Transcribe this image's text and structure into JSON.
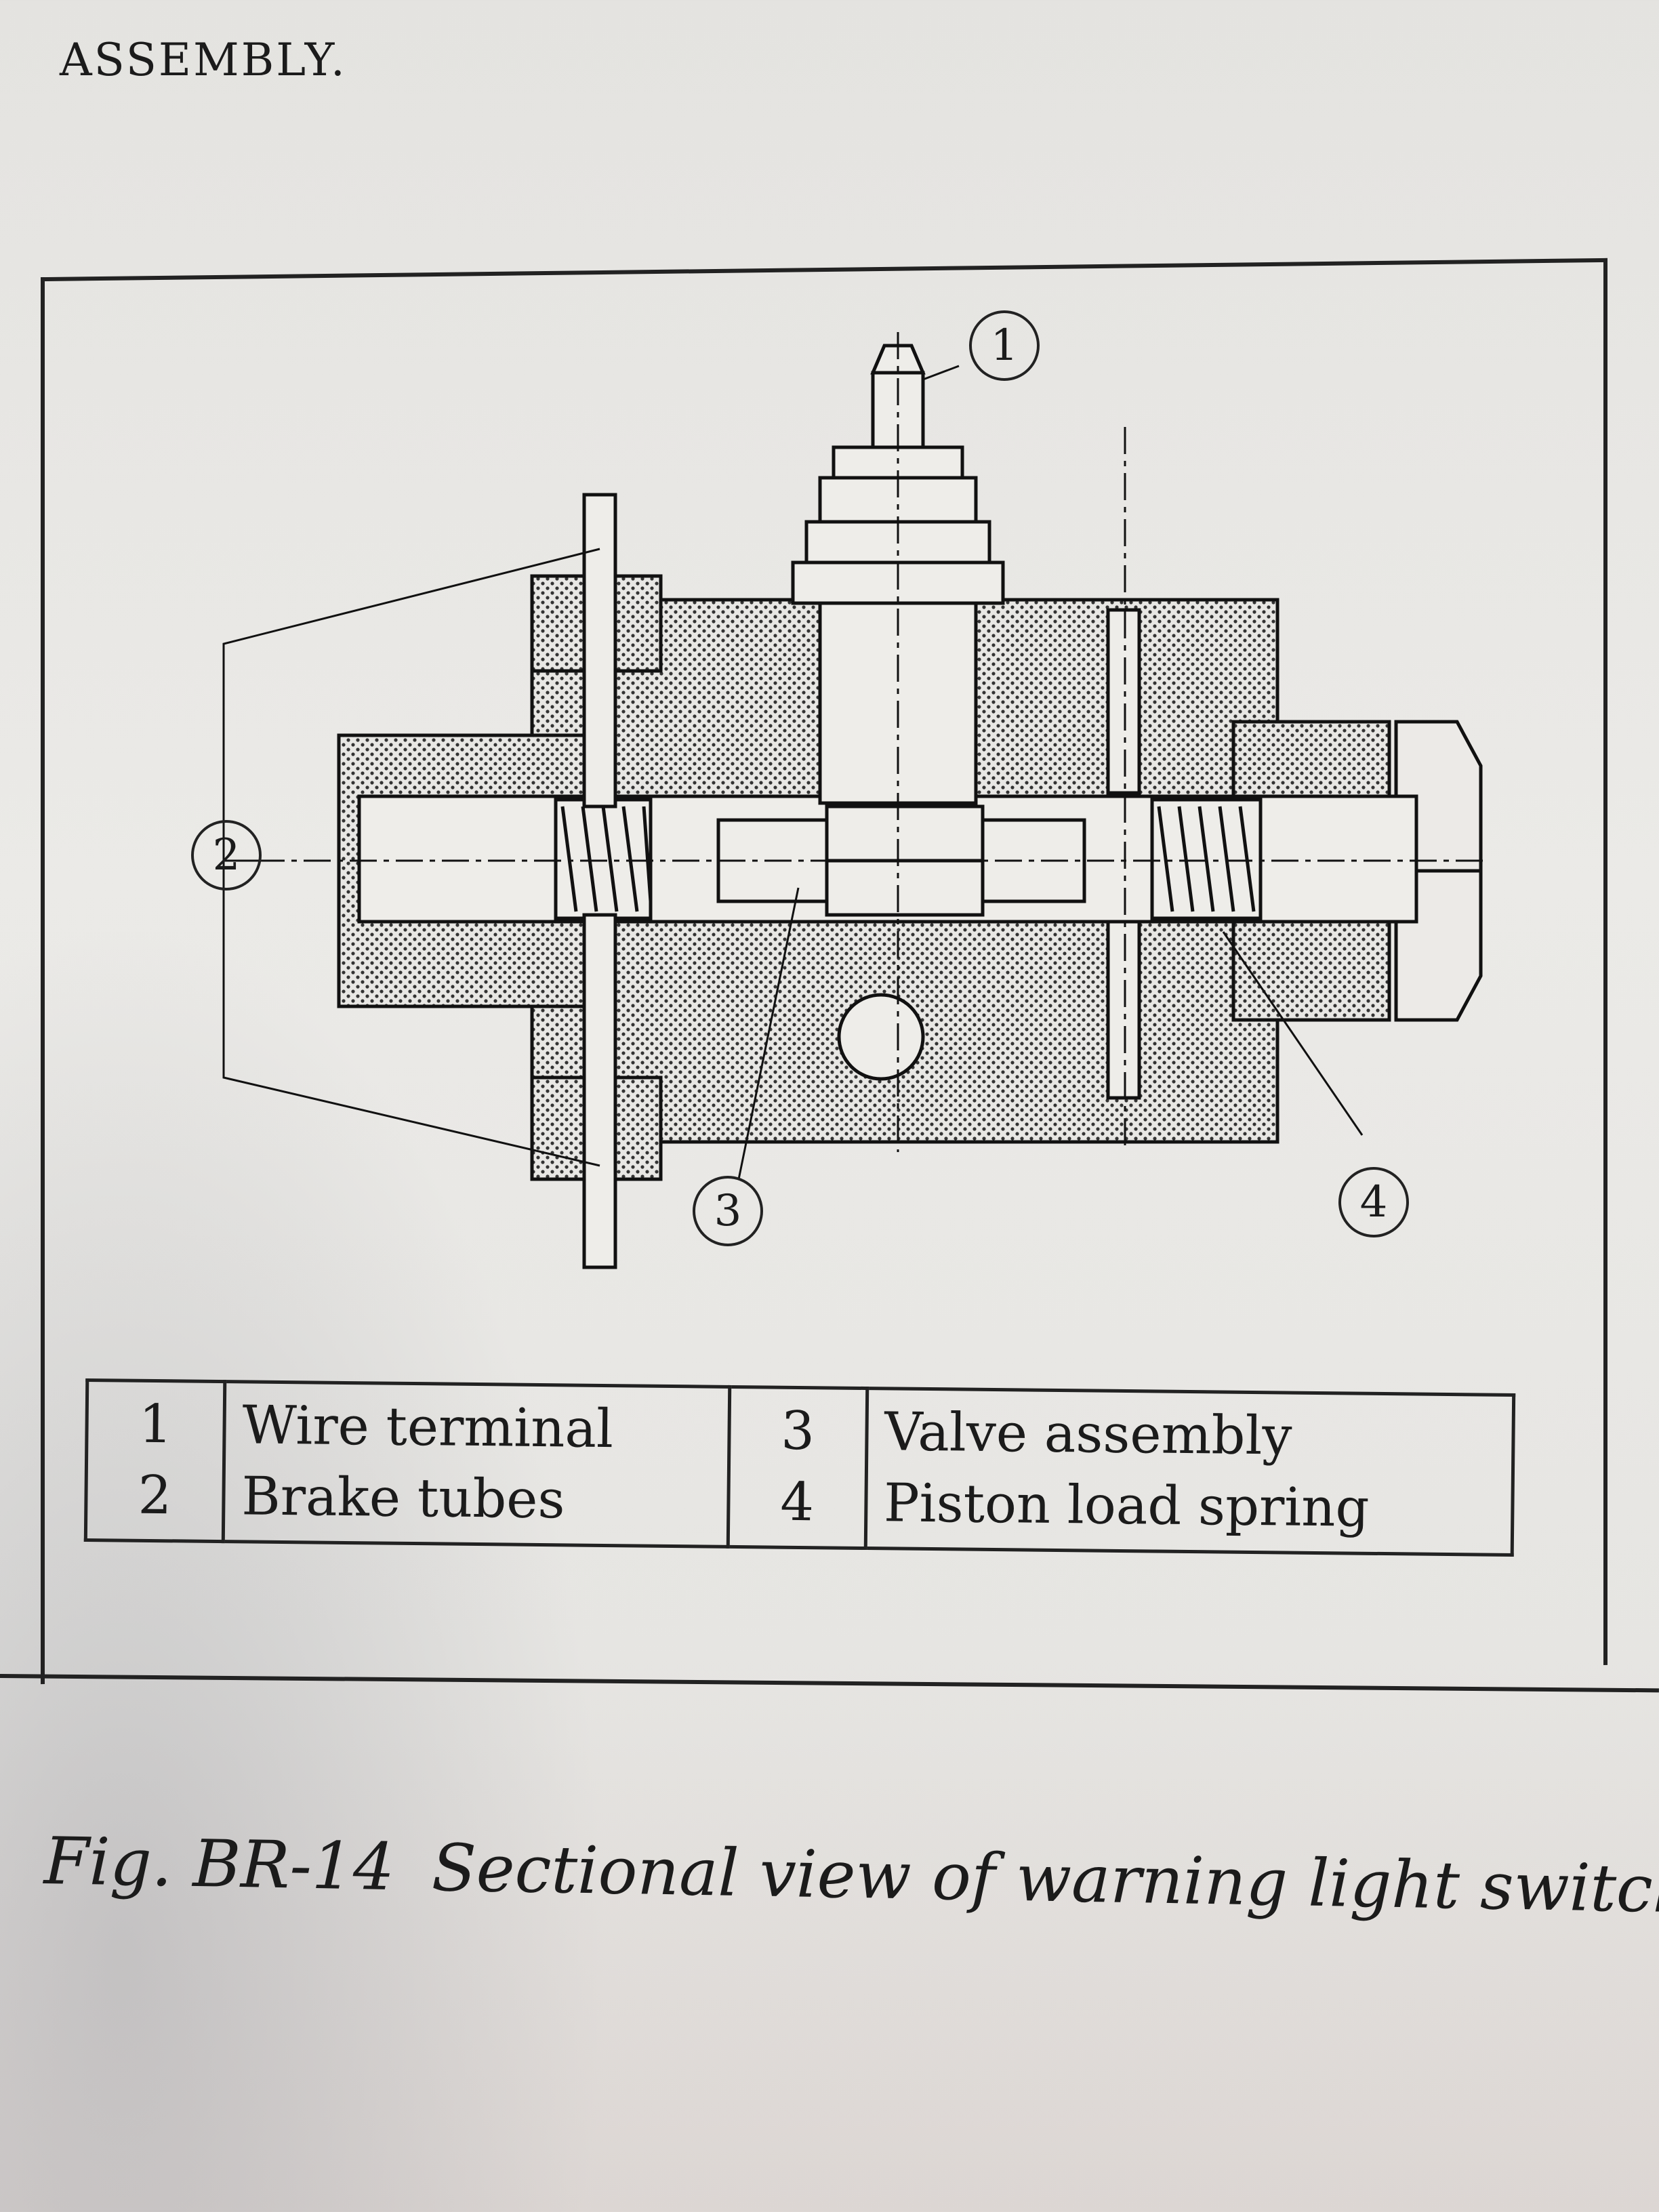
{
  "header_text": "ASSEMBLY.",
  "callouts": [
    "1",
    "2",
    "3",
    "4"
  ],
  "legend": [
    {
      "num_left": "1",
      "label_left": "Wire terminal",
      "num_right": "3",
      "label_right": "Valve assembly"
    },
    {
      "num_left": "2",
      "label_left": "Brake tubes",
      "num_right": "4",
      "label_right": "Piston load spring"
    }
  ],
  "caption": {
    "prefix": "Fig. BR-14",
    "text": "Sectional view of warning light switch"
  }
}
